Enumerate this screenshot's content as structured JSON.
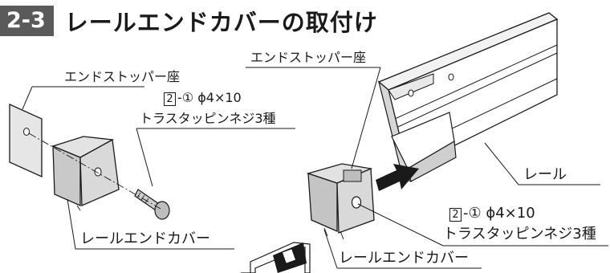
{
  "heading": {
    "number": "2-3",
    "title": "レールエンドカバーの取付け"
  },
  "labels": {
    "stopper_seat_left": "エンドストッパー座",
    "stopper_seat_right": "エンドストッパー座",
    "screw_left": {
      "ref_box": "2",
      "ref_rest": "-① ϕ4×10",
      "name": "トラスタッピンネジ3種"
    },
    "screw_right": {
      "ref_box": "2",
      "ref_rest": "-① ϕ4×10",
      "name": "トラスタッピンネジ3種"
    },
    "rail": "レール",
    "end_cover_left": "レールエンドカバー",
    "end_cover_right": "レールエンドカバー"
  },
  "colors": {
    "part_fill": "#d9d9d9",
    "part_dark": "#bdbdbd",
    "line": "#1a1a1a",
    "heading_bg": "#5a5a5a"
  },
  "icons": {
    "arrow": "insert-arrow-icon"
  }
}
